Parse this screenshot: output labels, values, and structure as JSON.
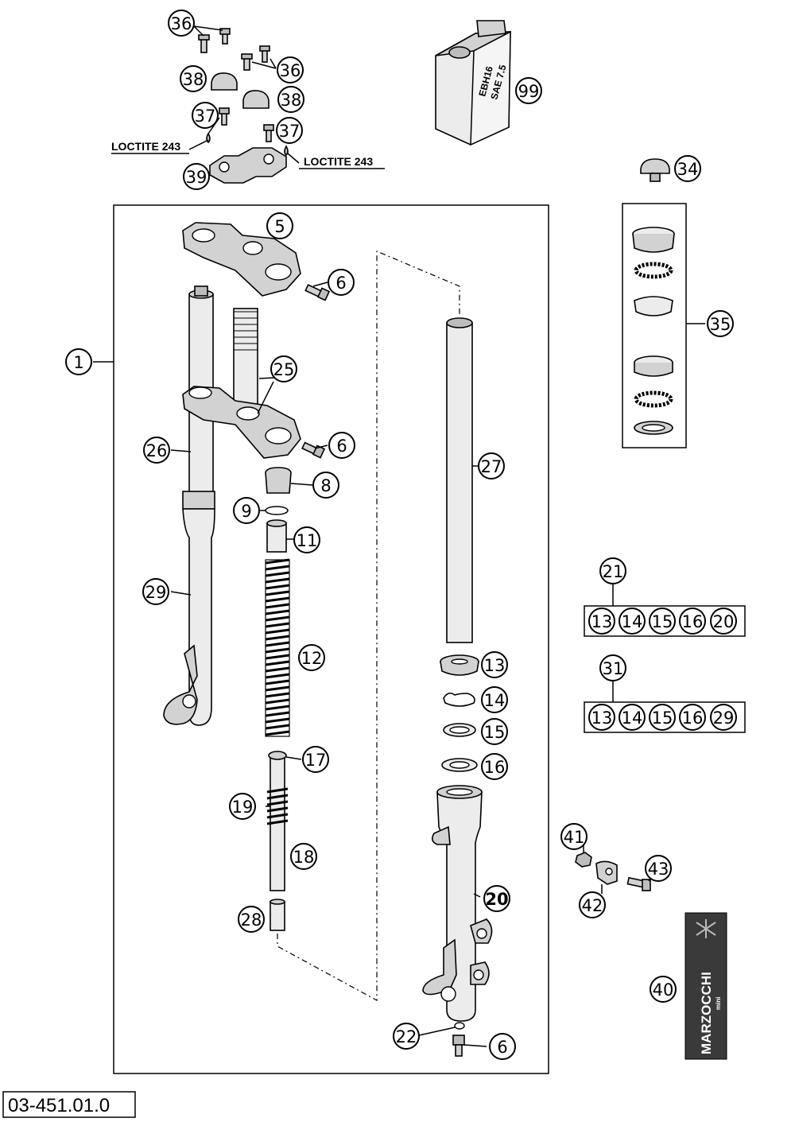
{
  "diagram": {
    "doc_code": "03-451.01.0",
    "loctite_label": "LOCTITE 243",
    "oil_can": {
      "line1": "EBH16",
      "line2": "SAE 7.5"
    },
    "brand": {
      "name": "MARZOCCHI",
      "sub": "mini"
    },
    "callouts": {
      "p36a": "36",
      "p36b": "36",
      "p38a": "38",
      "p38b": "38",
      "p37a": "37",
      "p37b": "37",
      "p39": "39",
      "p99": "99",
      "p34": "34",
      "p35": "35",
      "p1": "1",
      "p5": "5",
      "p6a": "6",
      "p6b": "6",
      "p6c": "6",
      "p25": "25",
      "p26": "26",
      "p8": "8",
      "p9": "9",
      "p11": "11",
      "p12": "12",
      "p29": "29",
      "p17": "17",
      "p19": "19",
      "p18": "18",
      "p28": "28",
      "p27": "27",
      "p13": "13",
      "p14": "14",
      "p15": "15",
      "p16": "16",
      "p20": "20",
      "p22": "22",
      "p21": "21",
      "p31": "31",
      "p41": "41",
      "p42": "42",
      "p43": "43",
      "p40": "40"
    },
    "kit21": [
      "13",
      "14",
      "15",
      "16",
      "20"
    ],
    "kit31": [
      "13",
      "14",
      "15",
      "16",
      "29"
    ]
  }
}
